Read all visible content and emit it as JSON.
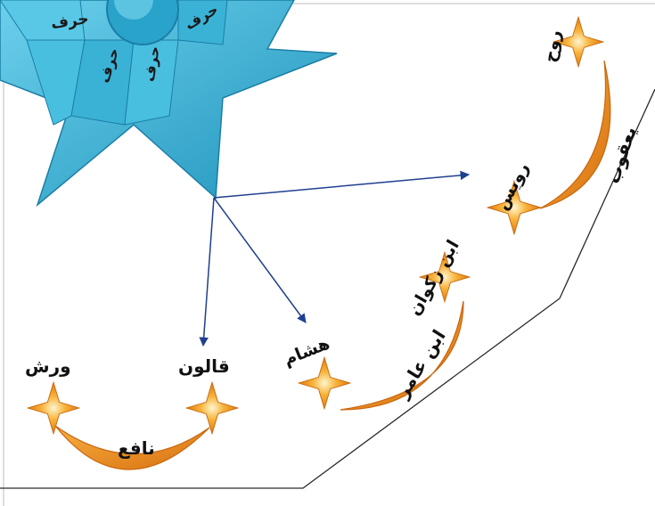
{
  "star_segments": [
    "حرف",
    "حرف",
    "حرف",
    "حرف"
  ],
  "readers": {
    "nafi": {
      "name": "نافع",
      "narrators": [
        "قالون",
        "ورش"
      ]
    },
    "ibn_amir": {
      "name": "ابن عامر",
      "narrators": [
        "هشام",
        "ابن زكوان"
      ]
    },
    "yaqub": {
      "name": "يعقوب",
      "narrators": [
        "رويس",
        "روح"
      ]
    }
  },
  "colors": {
    "star_blue": "#3fb5d6",
    "star_blue_dark": "#1f8fb3",
    "arrow_blue": "#1f3f8f",
    "orange": "#f19a1f",
    "orange_dark": "#d26f10",
    "line": "#2a2a2a"
  }
}
